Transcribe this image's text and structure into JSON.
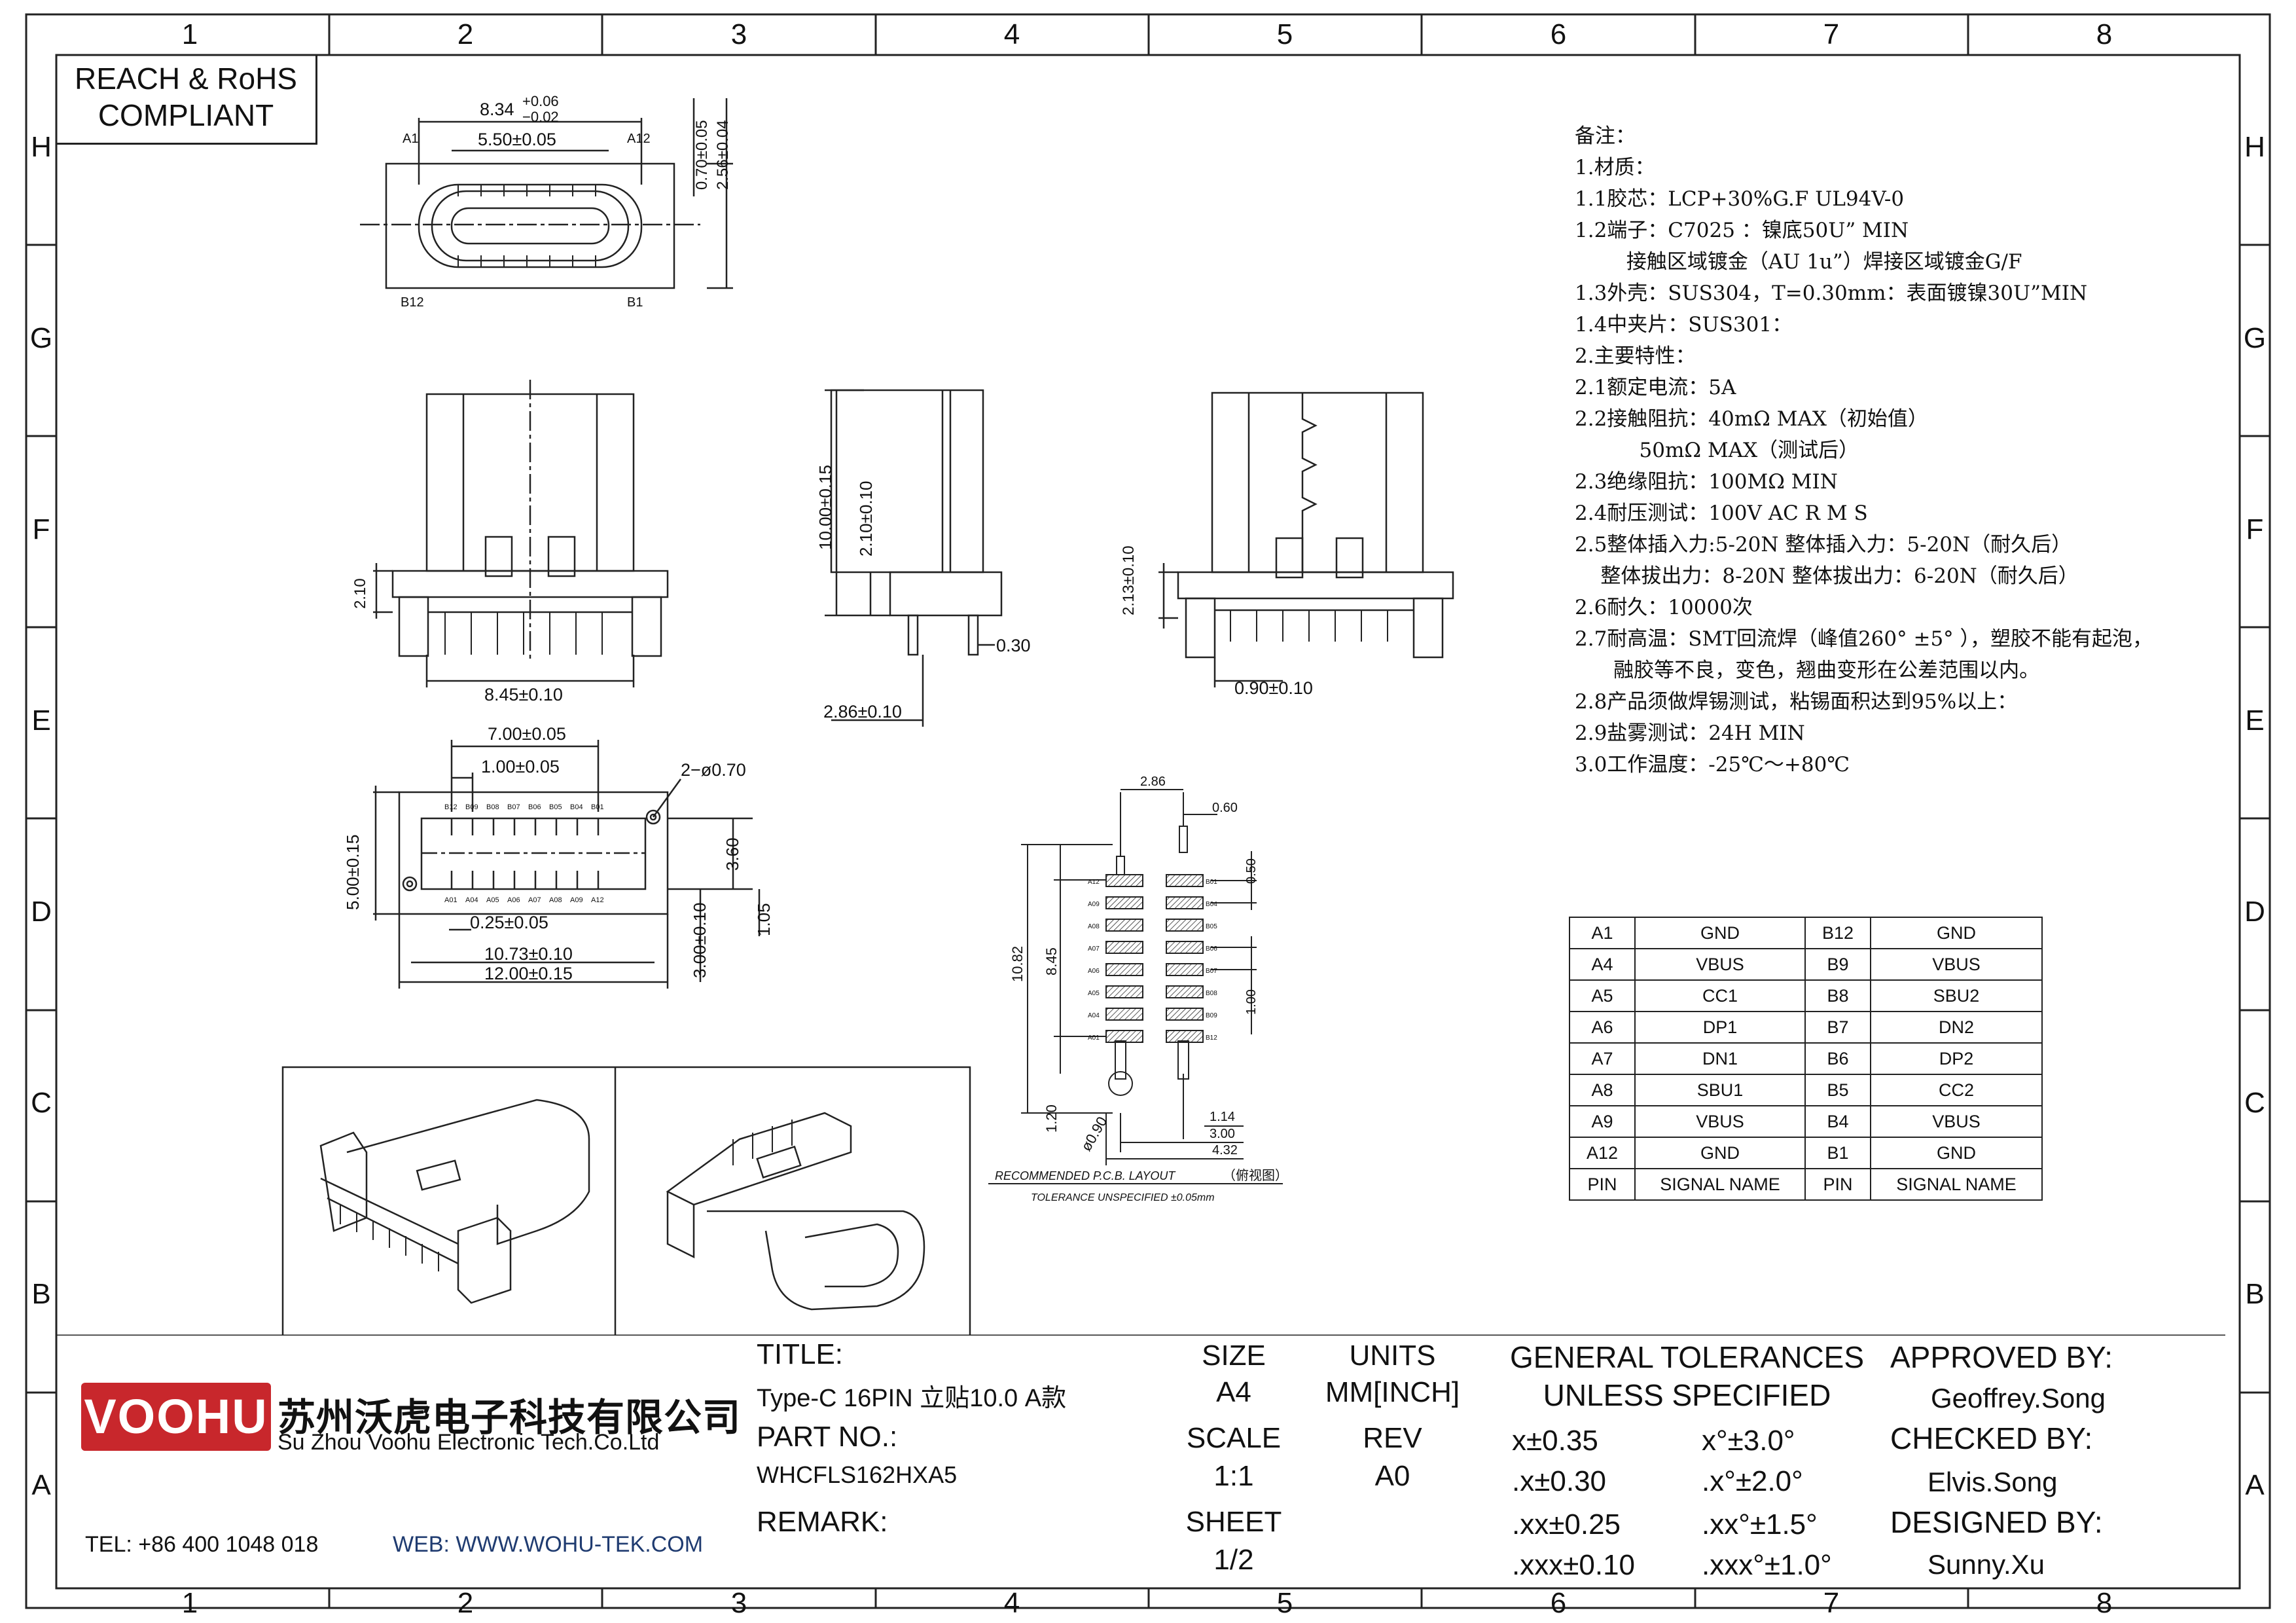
{
  "frame": {
    "columns": [
      "1",
      "2",
      "3",
      "4",
      "5",
      "6",
      "7",
      "8"
    ],
    "rows": [
      "H",
      "G",
      "F",
      "E",
      "D",
      "C",
      "B",
      "A"
    ]
  },
  "compliance": {
    "line1": "REACH & RoHS",
    "line2": "COMPLIANT"
  },
  "drawing": {
    "front_view": {
      "dim_width": "8.34",
      "tol_width_up": "+0.06",
      "tol_width_low": "−0.02",
      "dim_inner": "5.50±0.05",
      "dim_h1": "0.70±0.05",
      "dim_h2": "2.56±0.04",
      "label_a1": "A1",
      "label_a12": "A12",
      "label_b12": "B12",
      "label_b1": "B1"
    },
    "side_view_1": {
      "dim_h": "2.10",
      "dim_w": "8.45±0.10"
    },
    "side_view_2": {
      "dim_h1": "10.00±0.15",
      "dim_h2": "2.10±0.10",
      "dim_t": "0.30",
      "dim_w": "2.86±0.10"
    },
    "side_view_3": {
      "dim_h": "2.13±0.10",
      "dim_w": "0.90±0.10"
    },
    "bottom_view": {
      "dim_top": "7.00±0.05",
      "dim_pitch": "1.00±0.05",
      "dim_hole": "2−ø0.70",
      "dim_h": "5.00±0.15",
      "dim_r1": "3.60",
      "dim_r2": "1.05",
      "dim_r3": "3.00±0.10",
      "dim_pin": "0.25±0.05",
      "dim_w1": "10.73±0.10",
      "dim_w2": "12.00±0.15",
      "top_pins": [
        "B12",
        "B09",
        "B08",
        "B07",
        "B06",
        "B05",
        "B04",
        "B01"
      ],
      "bottom_pins": [
        "A01",
        "A04",
        "A05",
        "A06",
        "A07",
        "A08",
        "A09",
        "A12"
      ]
    },
    "pcb_layout": {
      "dim_top1": "2.86",
      "dim_top2": "0.60",
      "dim_r1": "0.50",
      "dim_r2": "1.00",
      "dim_l1": "10.82",
      "dim_l2": "8.45",
      "dim_l3": "1.20",
      "dim_hole": "ø0.90",
      "dim_b1": "1.14",
      "dim_b2": "3.00",
      "dim_b3": "4.32",
      "left_pads": [
        "A12",
        "A09",
        "A08",
        "A07",
        "A06",
        "A05",
        "A04",
        "A01"
      ],
      "right_pads": [
        "B01",
        "B04",
        "B05",
        "B06",
        "B07",
        "B08",
        "B09",
        "B12"
      ],
      "caption1_en": "RECOMMENDED    P.C.B.   LAYOUT",
      "caption1_cn": "（俯视图）",
      "caption2": "TOLERANCE  UNSPECIFIED  ±0.05mm"
    }
  },
  "notes": [
    "备注：",
    "1.材质：",
    "1.1胶芯：LCP+30%G.F UL94V-0",
    "1.2端子：C7025 ：镍底50U” MIN",
    "        接触区域镀金（AU 1u”）焊接区域镀金G/F",
    "1.3外壳：SUS304，T=0.30mm：表面镀镍30U”MIN",
    "1.4中夹片：SUS301：",
    "2.主要特性：",
    "2.1额定电流：5A",
    "2.2接触阻抗：40mΩ MAX（初始值）",
    "          50mΩ MAX（测试后）",
    "2.3绝缘阻抗：100MΩ MIN",
    "2.4耐压测试：100V AC R M S",
    "2.5整体插入力:5-20N 整体插入力：5-20N（耐久后）",
    "    整体拔出力：8-20N 整体拔出力：6-20N（耐久后）",
    "2.6耐久：10000次",
    "2.7耐高温：SMT回流焊（峰值260° ±5° ），塑胶不能有起泡，",
    "      融胶等不良，变色，翘曲变形在公差范围以内。",
    "2.8产品须做焊锡测试，粘锡面积达到95%以上：",
    "2.9盐雾测试：24H MIN",
    "3.0工作温度：-25℃～+80℃"
  ],
  "pin_table": {
    "rows": [
      [
        "A1",
        "GND",
        "B12",
        "GND"
      ],
      [
        "A4",
        "VBUS",
        "B9",
        "VBUS"
      ],
      [
        "A5",
        "CC1",
        "B8",
        "SBU2"
      ],
      [
        "A6",
        "DP1",
        "B7",
        "DN2"
      ],
      [
        "A7",
        "DN1",
        "B6",
        "DP2"
      ],
      [
        "A8",
        "SBU1",
        "B5",
        "CC2"
      ],
      [
        "A9",
        "VBUS",
        "B4",
        "VBUS"
      ],
      [
        "A12",
        "GND",
        "B1",
        "GND"
      ]
    ],
    "header": [
      "PIN",
      "SIGNAL NAME",
      "PIN",
      "SIGNAL NAME"
    ]
  },
  "title_block": {
    "logo": "VOOHU",
    "company_cn": "苏州沃虎电子科技有限公司",
    "company_en": "Su Zhou Voohu Electronic Tech.Co.Ltd",
    "tel": "TEL: +86 400 1048 018",
    "web": "WEB: WWW.WOHU-TEK.COM",
    "title_label": "TITLE:",
    "title_value": "Type-C 16PIN 立贴10.0 A款",
    "part_label": "PART NO.:",
    "part_value": "WHCFLS162HXA5",
    "remark_label": "REMARK:",
    "size_label": "SIZE",
    "size_value": "A4",
    "units_label": "UNITS",
    "units_value": "MM[INCH]",
    "scale_label": "SCALE",
    "scale_value": "1:1",
    "rev_label": "REV",
    "rev_value": "A0",
    "sheet_label": "SHEET",
    "sheet_value": "1/2",
    "tol_title1": "GENERAL TOLERANCES",
    "tol_title2": "UNLESS SPECIFIED",
    "tol_rows": [
      [
        "x±0.35",
        "x°±3.0°"
      ],
      [
        ".x±0.30",
        ".x°±2.0°"
      ],
      [
        ".xx±0.25",
        ".xx°±1.5°"
      ],
      [
        ".xxx±0.10",
        ".xxx°±1.0°"
      ]
    ],
    "approved_label": "APPROVED BY:",
    "approved_value": "Geoffrey.Song",
    "checked_label": "CHECKED BY:",
    "checked_value": "Elvis.Song",
    "designed_label": "DESIGNED BY:",
    "designed_value": "Sunny.Xu"
  },
  "colors": {
    "logo_red": "#c8272c",
    "line": "#222222"
  }
}
